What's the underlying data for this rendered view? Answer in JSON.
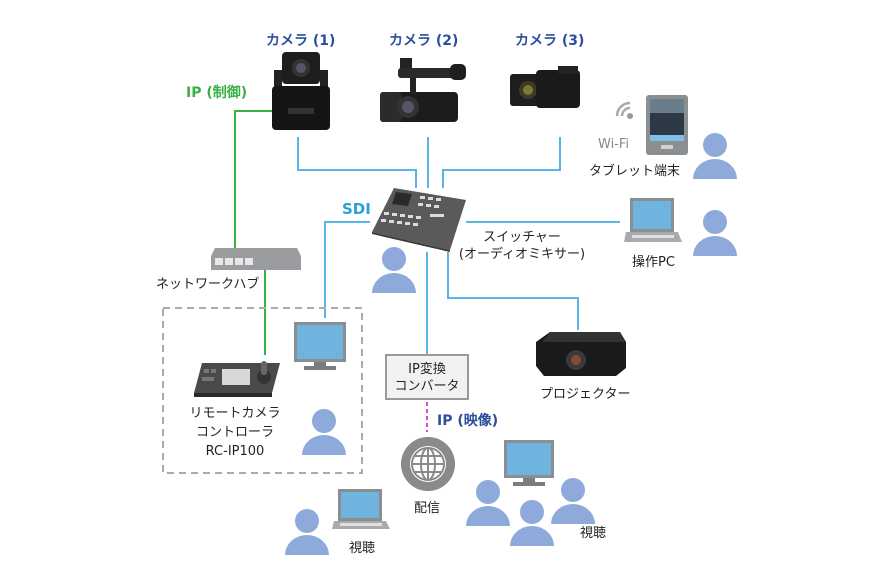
{
  "colors": {
    "sdi_line": "#5ab4e5",
    "ip_control_line": "#3ab043",
    "ip_video_line": "#d14fc4",
    "person": "#8eaadb",
    "camera_label": "#2b4f9e",
    "dashed_box": "#aaaaaa"
  },
  "cameras": [
    {
      "label": "カメラ (1)",
      "icon": "ptz-camera-icon"
    },
    {
      "label": "カメラ (2)",
      "icon": "camcorder-icon"
    },
    {
      "label": "カメラ (3)",
      "icon": "handycam-icon"
    }
  ],
  "connections": {
    "ip_control": "IP (制御)",
    "sdi": "SDI",
    "ip_video": "IP (映像)"
  },
  "devices": {
    "tablet": {
      "label": "タブレット端末",
      "wifi_label": "Wi-Fi"
    },
    "operator_pc": {
      "label": "操作PC"
    },
    "switcher": {
      "line1": "スイッチャー",
      "line2": "(オーディオミキサー)"
    },
    "network_hub": {
      "label": "ネットワークハブ"
    },
    "remote_controller": {
      "line1": "リモートカメラ",
      "line2": "コントローラ",
      "line3": "RC-IP100"
    },
    "ip_converter": {
      "line1": "IP変換",
      "line2": "コンバータ"
    },
    "projector": {
      "label": "プロジェクター"
    },
    "streaming": {
      "label": "配信"
    },
    "viewing_laptop": {
      "label": "視聴"
    },
    "viewing_group": {
      "label": "視聴"
    }
  }
}
